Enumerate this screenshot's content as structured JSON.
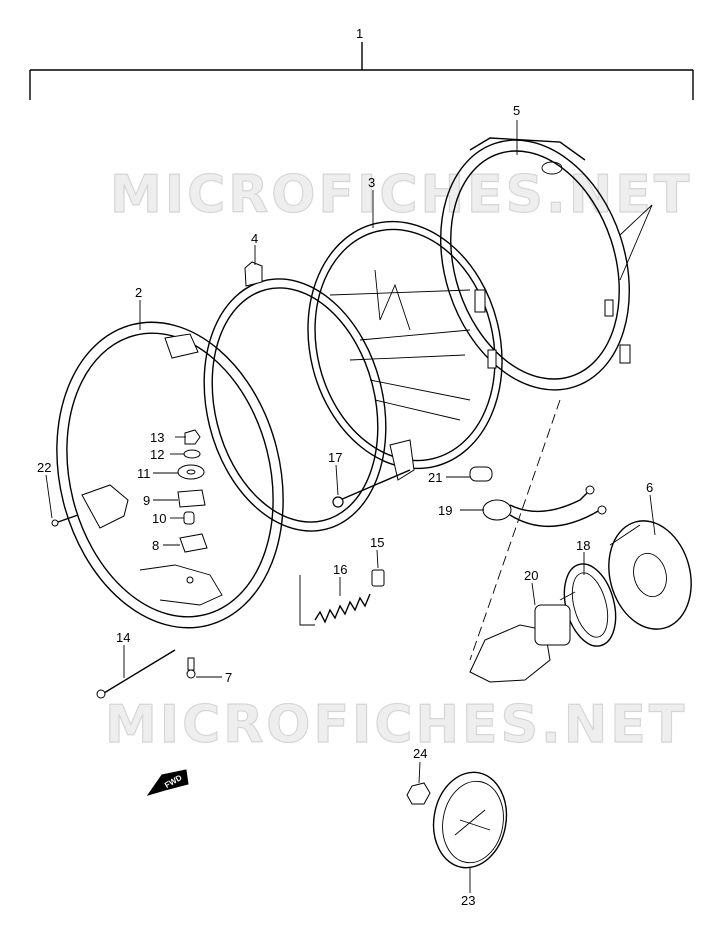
{
  "watermark": {
    "text": "MICROFICHES.NET"
  },
  "assembly_label": "1",
  "direction_badge": {
    "text": "FWD"
  },
  "callouts": {
    "p2": "2",
    "p3": "3",
    "p4": "4",
    "p5": "5",
    "p6": "6",
    "p7": "7",
    "p8": "8",
    "p9": "9",
    "p10": "10",
    "p11": "11",
    "p12": "12",
    "p13": "13",
    "p14": "14",
    "p15": "15",
    "p16": "16",
    "p17": "17",
    "p18": "18",
    "p19": "19",
    "p20": "20",
    "p21": "21",
    "p22": "22",
    "p23": "23",
    "p24": "24"
  }
}
